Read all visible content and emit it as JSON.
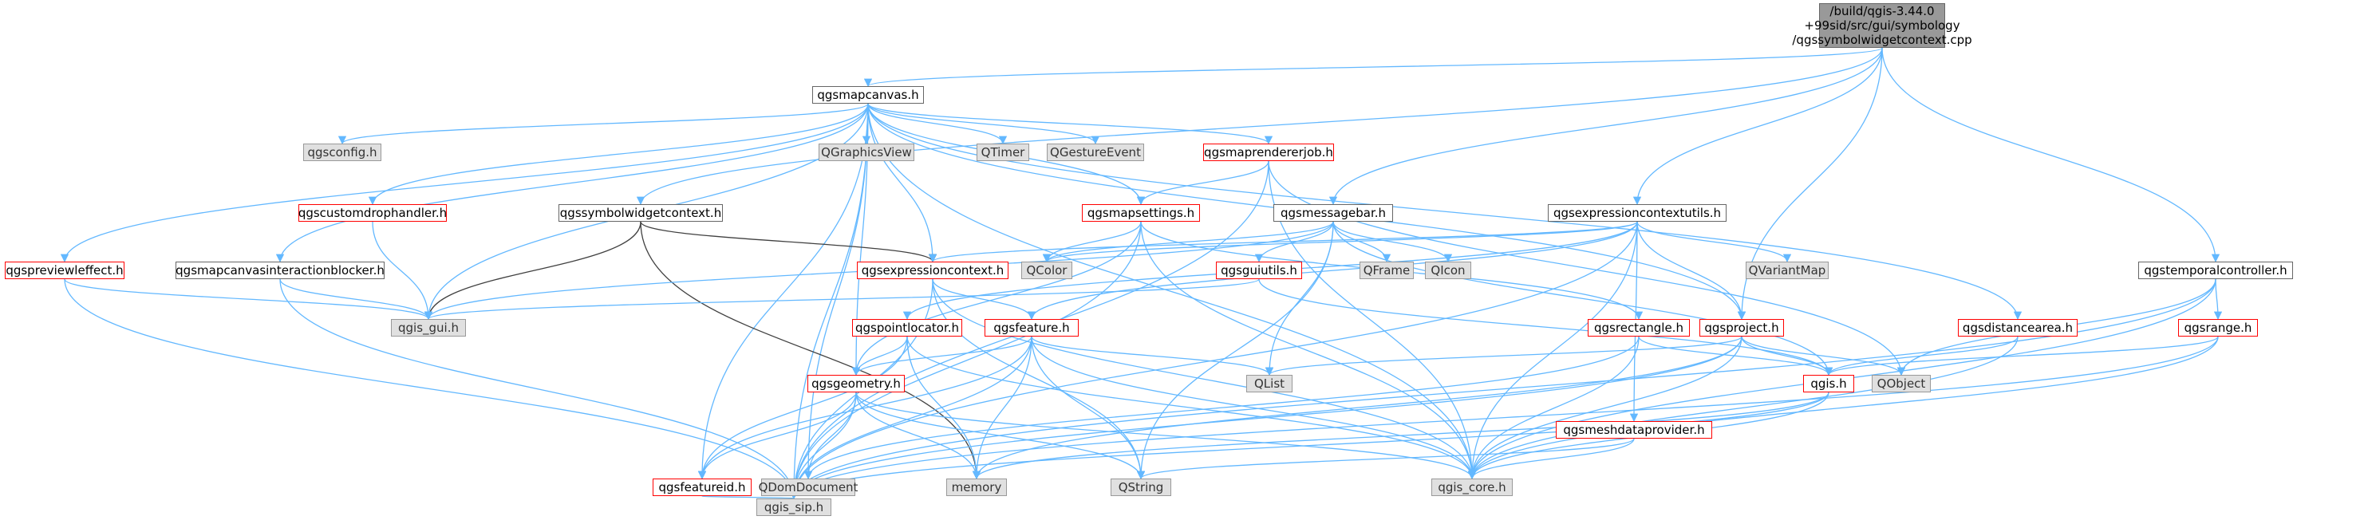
{
  "colors": {
    "edge": "#63b8ff",
    "edge_dark": "#404040",
    "red_border": "#ff0000",
    "gray_fill": "#e0e0e0",
    "root_fill": "#999999"
  },
  "root": {
    "lines": [
      "/build/qgis-3.44.0",
      "+99sid/src/gui/symbology",
      "/qgssymbolwidgetcontext.cpp"
    ]
  },
  "nodes": {
    "qgsmapcanvas": "qgsmapcanvas.h",
    "qgsconfig": "qgsconfig.h",
    "qgraphicsview": "QGraphicsView",
    "qtimer": "QTimer",
    "qgestureevent": "QGestureEvent",
    "qgsmaprendererjob": "qgsmaprendererjob.h",
    "qgscustomdrophandler": "qgscustomdrophandler.h",
    "qgssymbolwidgetcontext": "qgssymbolwidgetcontext.h",
    "qgsmapsettings": "qgsmapsettings.h",
    "qgsmessagebar": "qgsmessagebar.h",
    "qgsexpressioncontextutils": "qgsexpressioncontextutils.h",
    "qgstemporalcontroller": "qgstemporalcontroller.h",
    "qgspreviewleffect": "qgspreviewleffect.h",
    "qgsmapcanvasinteractionblocker": "qgsmapcanvasinteractionblocker.h",
    "qgsexpressioncontext": "qgsexpressioncontext.h",
    "qcolor": "QColor",
    "qgsguiutils": "qgsguiutils.h",
    "qframe": "QFrame",
    "qicon": "QIcon",
    "qvariantmap": "QVariantMap",
    "qgis_gui": "qgis_gui.h",
    "qgspointlocator": "qgspointlocator.h",
    "qgsfeature": "qgsfeature.h",
    "qgsrectangle": "qgsrectangle.h",
    "qgsproject": "qgsproject.h",
    "qgsdistancearea": "qgsdistancearea.h",
    "qgsrange": "qgsrange.h",
    "qlist": "QList",
    "qobject": "QObject",
    "qgsgeometry": "qgsgeometry.h",
    "qgsmeshdataprovider": "qgsmeshdataprovider.h",
    "qgis": "qgis.h",
    "qgsfeatureid": "qgsfeatureid.h",
    "qdomdocument": "QDomDocument",
    "memory": "memory",
    "qstring": "QString",
    "qgis_core": "qgis_core.h",
    "qgis_sip": "qgis_sip.h"
  }
}
